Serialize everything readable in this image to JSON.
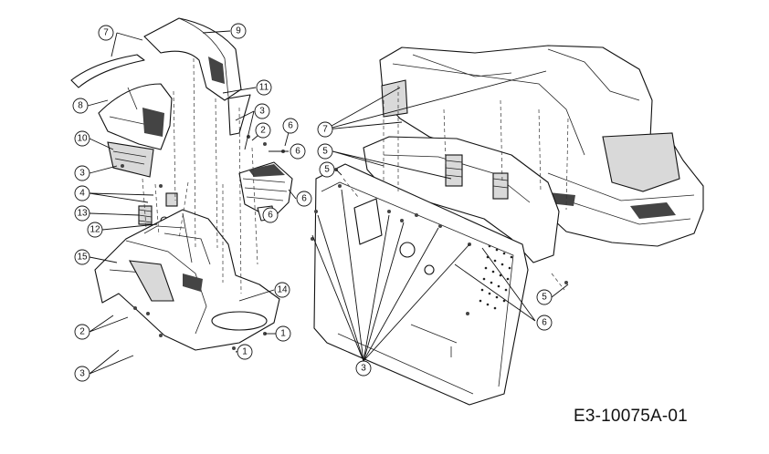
{
  "callouts": [
    "7",
    "9",
    "8",
    "11",
    "3",
    "2",
    "6",
    "10",
    "6",
    "3",
    "6",
    "4",
    "13",
    "12",
    "6",
    "15",
    "14",
    "2",
    "1",
    "3",
    "1",
    "7",
    "5",
    "5",
    "5",
    "6",
    "3"
  ],
  "drawing_code": "E3-10075A-01"
}
